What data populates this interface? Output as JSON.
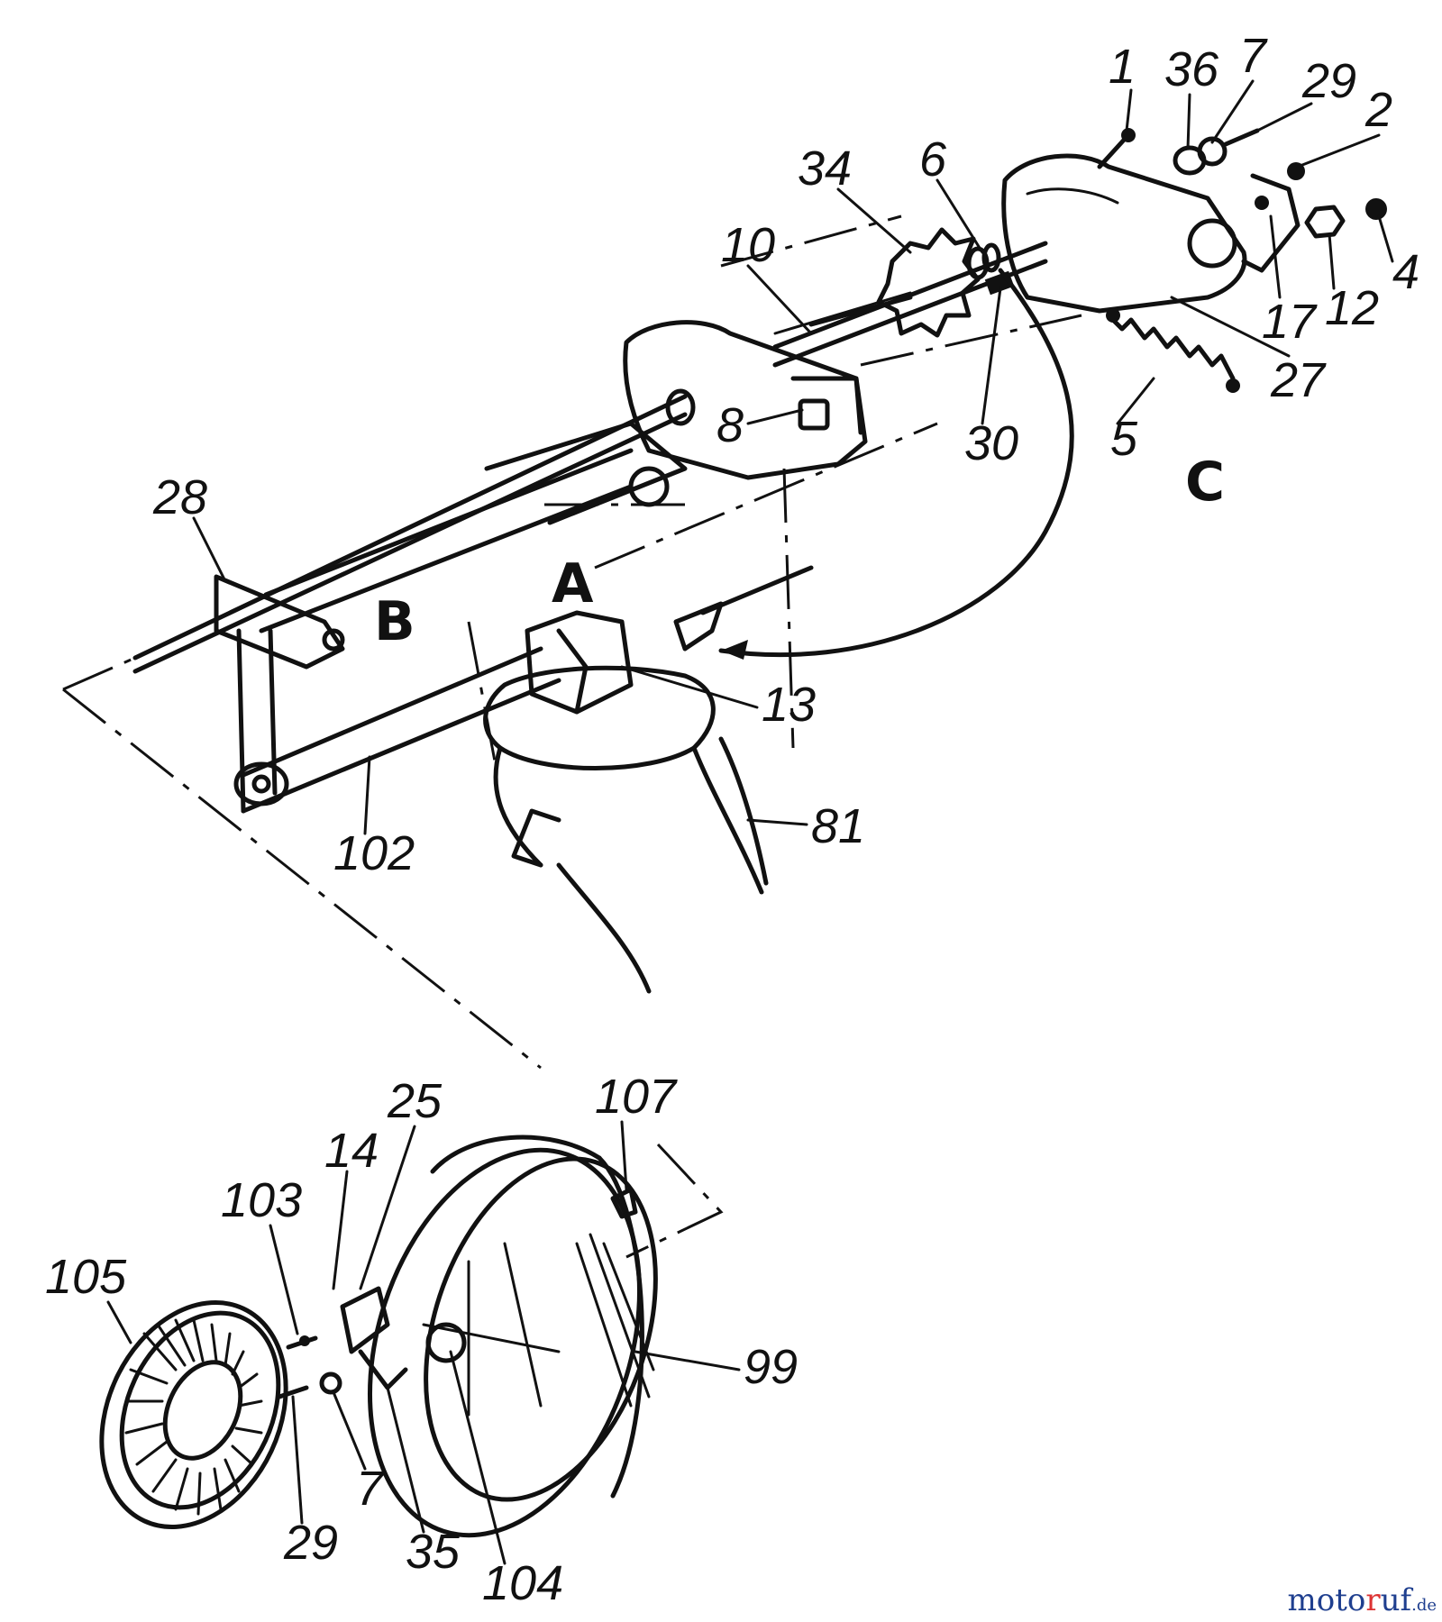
{
  "diagram": {
    "sections": [
      "A",
      "B",
      "C"
    ],
    "parts": [
      {
        "label": "1"
      },
      {
        "label": "36"
      },
      {
        "label": "7"
      },
      {
        "label": "29"
      },
      {
        "label": "2"
      },
      {
        "label": "4"
      },
      {
        "label": "12"
      },
      {
        "label": "17"
      },
      {
        "label": "27"
      },
      {
        "label": "6"
      },
      {
        "label": "34"
      },
      {
        "label": "10"
      },
      {
        "label": "8"
      },
      {
        "label": "30"
      },
      {
        "label": "5"
      },
      {
        "label": "28"
      },
      {
        "label": "13"
      },
      {
        "label": "102"
      },
      {
        "label": "81"
      },
      {
        "label": "107"
      },
      {
        "label": "25"
      },
      {
        "label": "14"
      },
      {
        "label": "103"
      },
      {
        "label": "105"
      },
      {
        "label": "99"
      },
      {
        "label": "29"
      },
      {
        "label": "7"
      },
      {
        "label": "35"
      },
      {
        "label": "104"
      }
    ]
  },
  "watermark": {
    "brand_start": "moto",
    "brand_mid": "r",
    "brand_end": "uf",
    "tld": ".de"
  }
}
